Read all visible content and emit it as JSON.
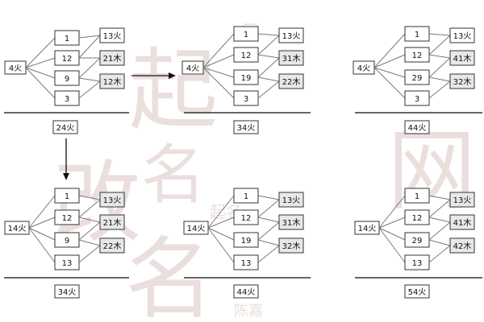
{
  "panels": [
    {
      "root": "4火",
      "mid": [
        "1",
        "12",
        "9",
        "3"
      ],
      "right": [
        "13火",
        "21木",
        "12木"
      ],
      "total": ""
    },
    {
      "root": "4火",
      "mid": [
        "1",
        "12",
        "19",
        "3"
      ],
      "right": [
        "13火",
        "31木",
        "22木"
      ],
      "total": "34火"
    },
    {
      "root": "4火",
      "mid": [
        "1",
        "12",
        "29",
        "3"
      ],
      "right": [
        "13火",
        "41木",
        "32木"
      ],
      "total": "44火"
    },
    {
      "root": "14火",
      "mid": [
        "1",
        "12",
        "9",
        "13"
      ],
      "right": [
        "13火",
        "21木",
        "22木"
      ],
      "total": "34火"
    },
    {
      "root": "14火",
      "mid": [
        "1",
        "12",
        "19",
        "13"
      ],
      "right": [
        "13火",
        "31木",
        "32木"
      ],
      "total": "44火"
    },
    {
      "root": "14火",
      "mid": [
        "1",
        "12",
        "29",
        "13"
      ],
      "right": [
        "13火",
        "41木",
        "42木"
      ],
      "total": "54火"
    }
  ],
  "connector_label": "24火",
  "watermark": {
    "chars": [
      "起",
      "名",
      "改",
      "名",
      "网"
    ],
    "seal_text": "起名",
    "signature": "陈嘉"
  }
}
